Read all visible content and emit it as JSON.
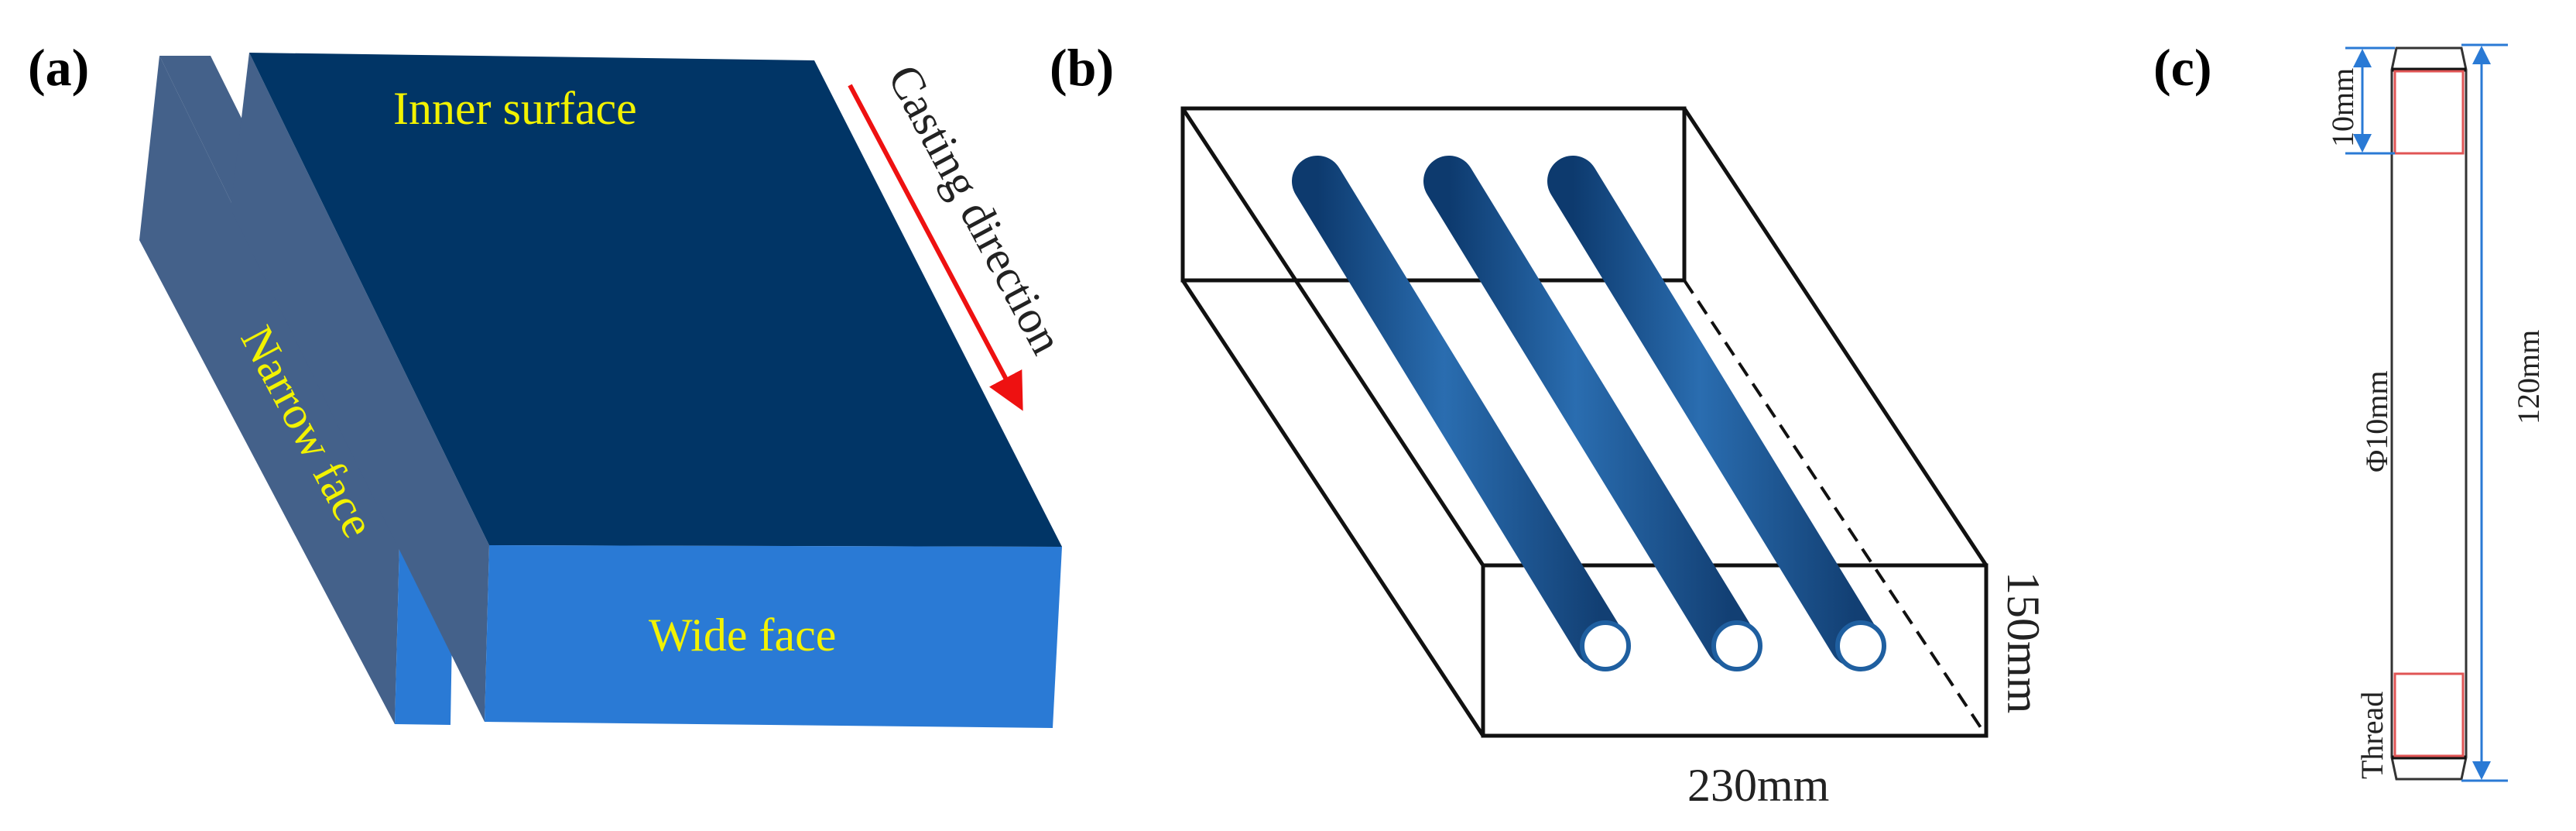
{
  "panels": {
    "a": {
      "label": "(a)",
      "inner_surface": "Inner surface",
      "narrow_face": "Narrow face",
      "wide_face": "Wide face",
      "casting_direction": "Casting direction",
      "colors": {
        "dark_blue": "#013566",
        "side_blue": "#44618a",
        "face_blue": "#2a7ad5",
        "arrow_red": "#ee1111",
        "label_yellow": "#f2f200"
      }
    },
    "b": {
      "label": "(b)",
      "height_label": "150mm",
      "width_label": "230mm",
      "rod_count": 3,
      "colors": {
        "rod_blue": "#1f5fa0",
        "outline": "#111111"
      }
    },
    "c": {
      "label": "(c)",
      "top_dim": "10mm",
      "diameter": "Φ10mm",
      "length": "120mm",
      "thread": "Thread",
      "colors": {
        "dimension_blue": "#2a7ad5",
        "thread_red": "#e05555"
      }
    }
  }
}
